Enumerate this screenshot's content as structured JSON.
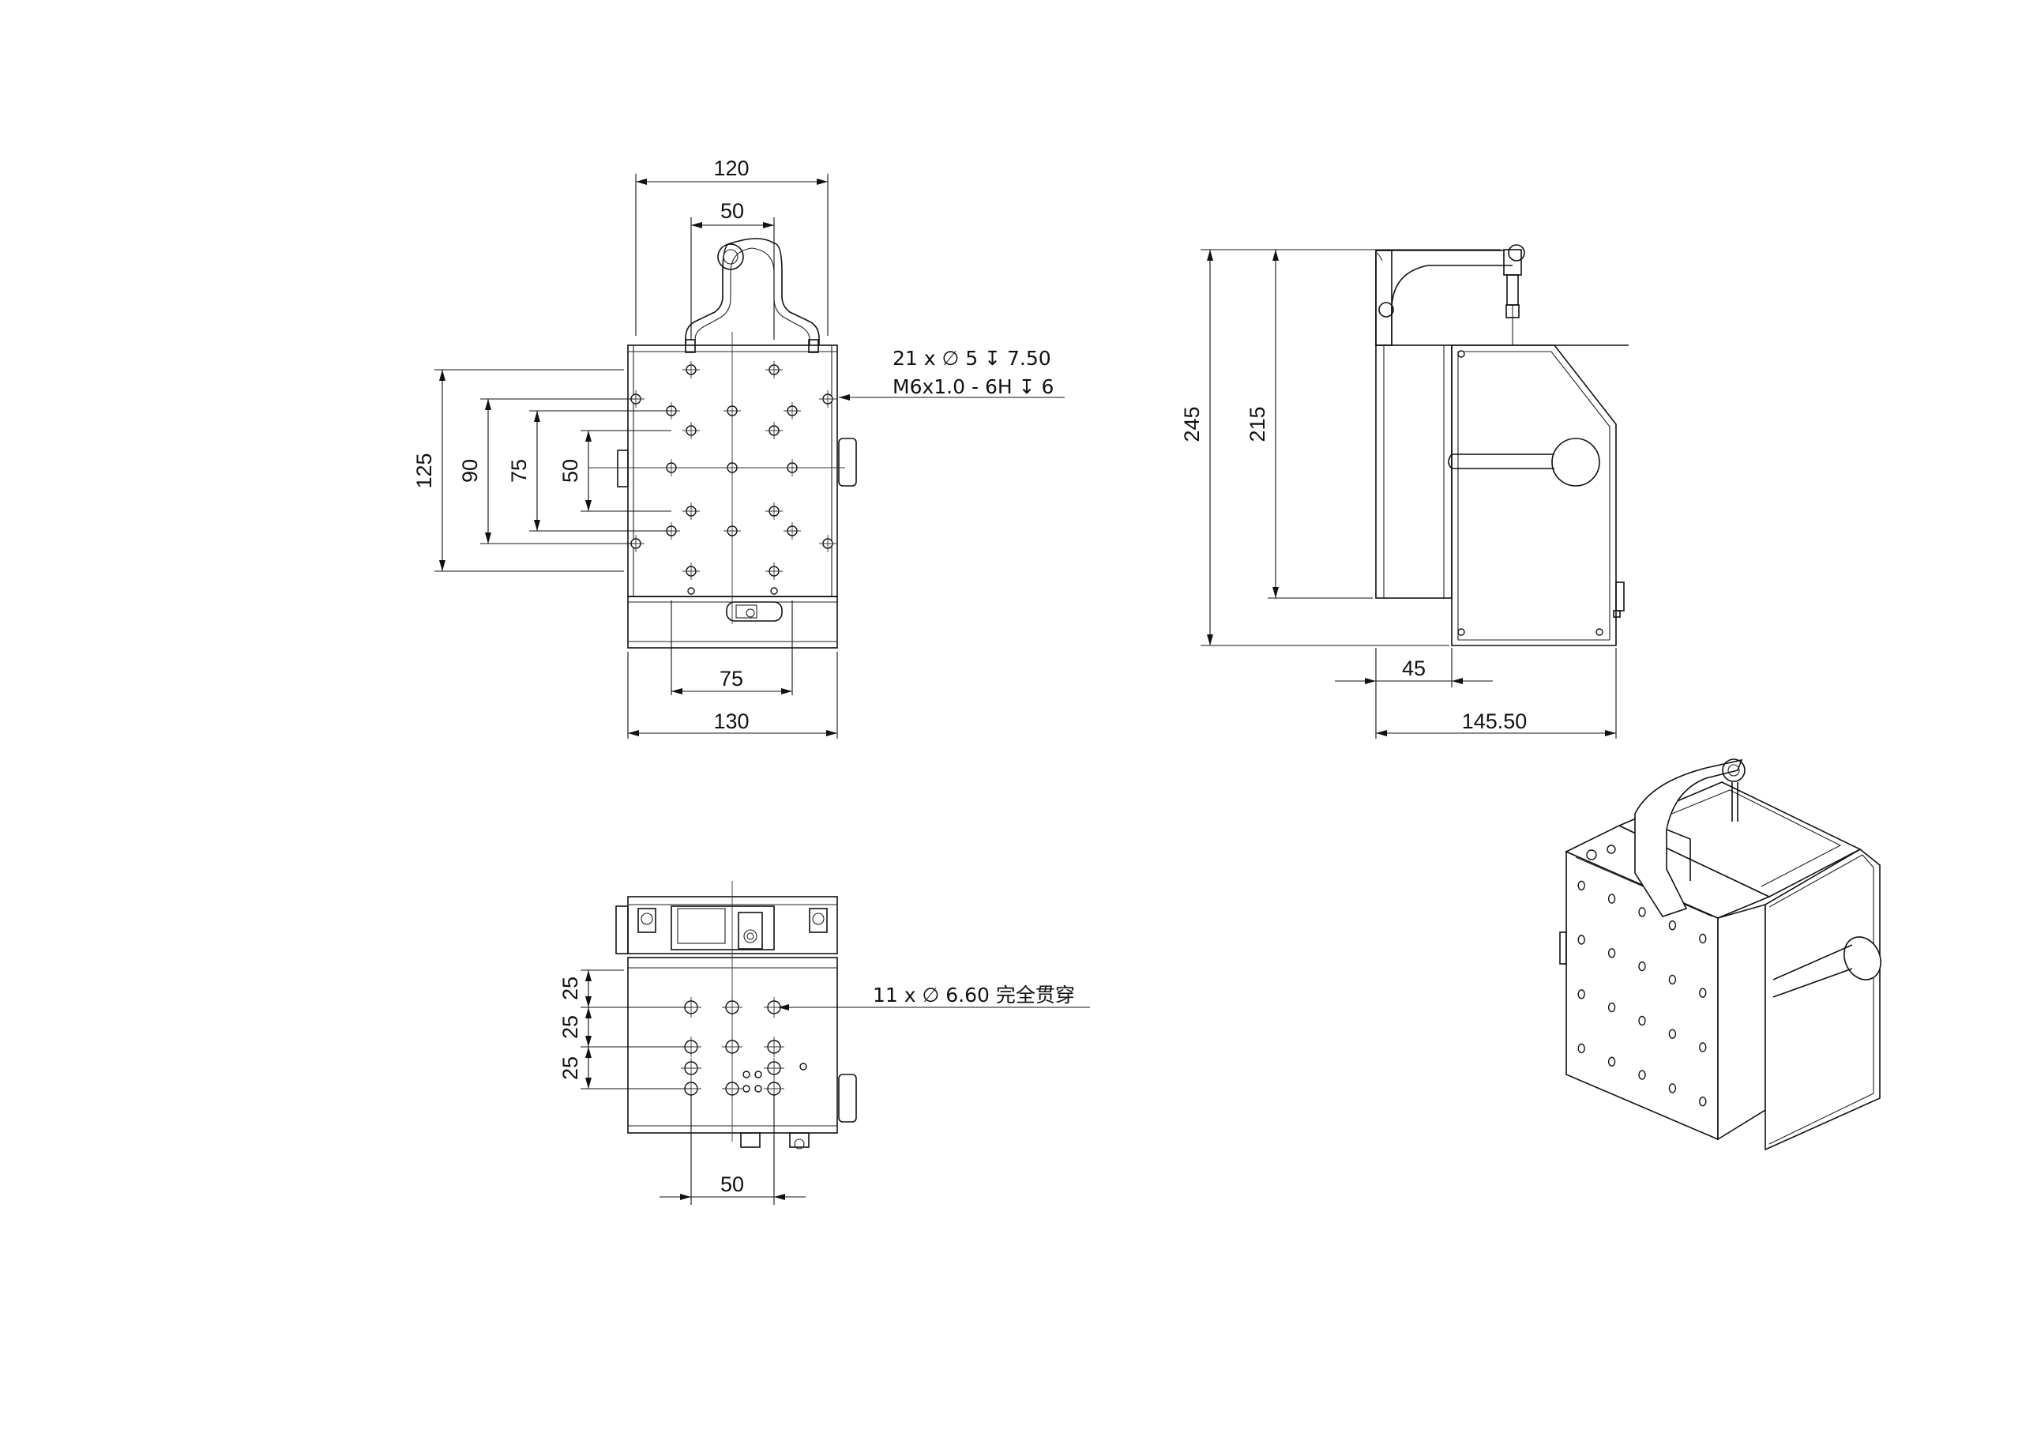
{
  "front_view": {
    "dims": {
      "width_top": "120",
      "handle_width": "50",
      "height_125": "125",
      "height_90": "90",
      "height_75": "75",
      "height_50": "50",
      "bottom_75": "75",
      "width_bottom": "130"
    },
    "callout_line1": "21 x ∅ 5 ↧ 7.50",
    "callout_line2": "M6x1.0 - 6H ↧ 6"
  },
  "side_view": {
    "dims": {
      "height_245": "245",
      "height_215": "215",
      "depth_45": "45",
      "depth_total": "145.50"
    }
  },
  "bottom_view": {
    "dims": {
      "pitch_a": "25",
      "pitch_b": "25",
      "pitch_c": "25",
      "width_50": "50"
    },
    "callout": "11 x ∅ 6.60 完全贯穿"
  },
  "iso_view": {}
}
